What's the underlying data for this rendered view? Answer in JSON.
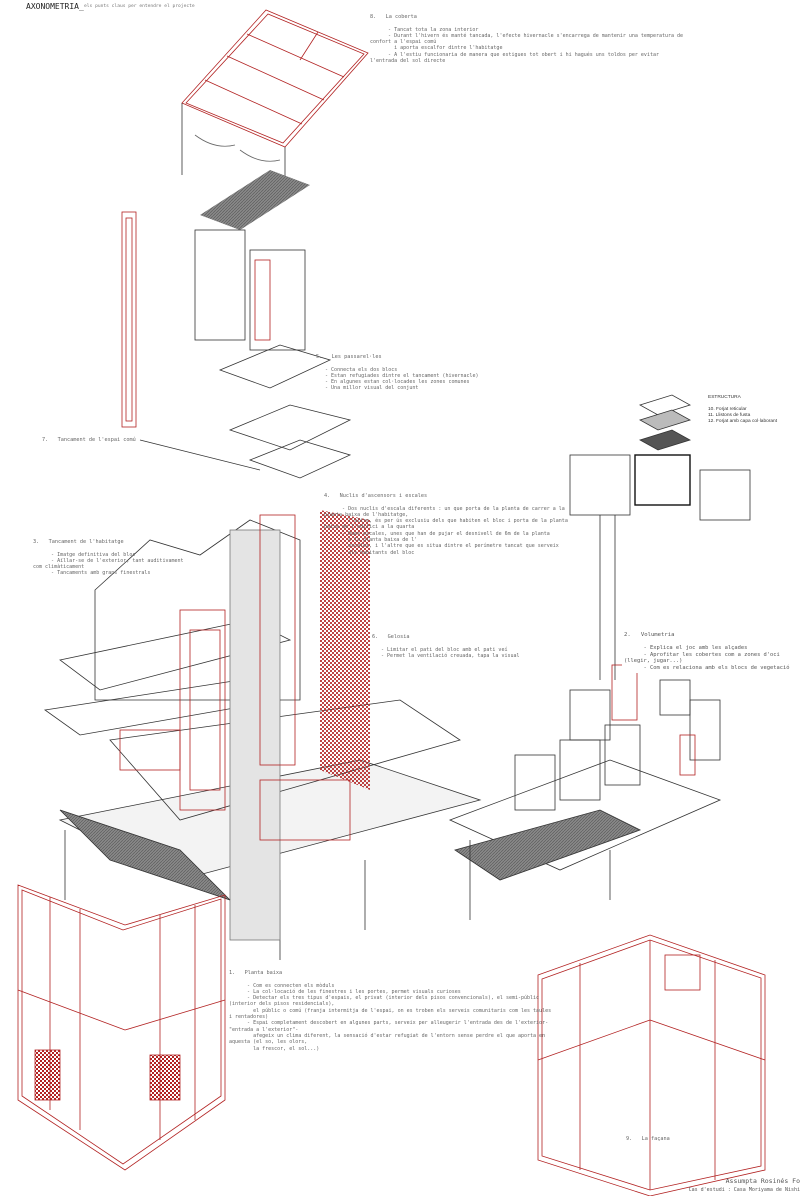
{
  "header": {
    "title": "AXONOMETRIA_",
    "subtitle": "els punts claus per entendre el projecte"
  },
  "notes": [
    {
      "id": "coberta",
      "heading": "8.   La coberta",
      "lines": [
        "      - Tancat tota la zona interior",
        "      - Durant l'hivern és manté tancada, l'efecte hivernacle s'encarrega de mantenir una temperatura de",
        "confort a l'espai comú",
        "        i aporta escalfor dintre l'habitatge",
        "      - A l'estiu funcionaria de manera que estigues tot obert i hi hagués uns toldos per evitar",
        "l'entrada del sol directe"
      ]
    },
    {
      "id": "passareles",
      "heading": "5.   Les passarel·les",
      "lines": [
        "   - Connecta els dos blocs",
        "   - Estan refugiades dintre el tancament (hivernacle)",
        "   - En algunes estan col·locades les zones comunes",
        "   - Una millor visual del conjunt"
      ]
    },
    {
      "id": "espai-comu",
      "heading": "7.   Tancament de l'espai comú",
      "lines": []
    },
    {
      "id": "nuclis",
      "heading": "4.   Nuclis d'ascensors i escales",
      "lines": [
        "      - Dos nuclis d'escala diferents : un que porta de la planta de carrer a la",
        "planta baixa de l'habitatge,",
        "        l'altre, és per ús exclusiu dels que habiten el bloc i porta de la planta",
        "baixa de l'edifici a la quarta",
        "      - Dues escales, unes que han de pujar el desnivell de 6m de la planta",
        "        a la planta baixa de l'",
        "        escales, i l'altre que es situa dintre el perímetre tancat que serveix",
        "        als habitants del bloc"
      ]
    },
    {
      "id": "habitatge",
      "heading": "3.   Tancament de l'habitatge",
      "lines": [
        "      - Imatge definitiva del bloc",
        "      - Aïllar-se de l'exterior, tant auditivament",
        "com climàticament",
        "      - Tancaments amb grans finestrals"
      ]
    },
    {
      "id": "gelosia",
      "heading": "6.   Gelosia",
      "lines": [
        "   - Limitar el pati del bloc amb el pati veí",
        "   - Permet la ventilació creuada, tapa la visual"
      ]
    },
    {
      "id": "volumetria",
      "heading": "2.   Volumetria",
      "lines": [
        "      - Explica el joc amb les alçades",
        "      - Aprofitar les cobertes com a zones d'oci",
        "(llegir, jugar...)",
        "      - Com es relaciona amb els blocs de vegetació"
      ]
    },
    {
      "id": "planta-baixa",
      "heading": "1.   Planta baixa",
      "lines": [
        "      - Com es connecten els mòduls",
        "      - La col·locació de les finestres i les portes, permet visuals curioses",
        "      - Detectar els tres tipus d'espais, el privat (interior dels pisos convencionals), el semi-públic",
        "(interior dels pisos residencials),",
        "        el públic o comú (franja intermitja de l'espai, on es troben els serveis comunitaris com les taules",
        "i rentadores)",
        "      - Espai completament descobert en algunes parts, serveix per alleugerir l'entrada des de l'exterior-",
        "\"entrada a l'exterior\"-",
        "        afegeix un clima diferent, la sensació d'estar refugiat de l'entorn sense perdre el que aporta en",
        "aquesta (el so, les olors,",
        "        la frescor, el sol...)"
      ]
    },
    {
      "id": "facana",
      "heading": "9.   La façana",
      "lines": []
    }
  ],
  "estructura": {
    "title": "ESTRUCTURA",
    "items": [
      "10.  Forjat reticular",
      "11.  Llistons de fusta",
      "12.  Forjat amb capa col·laborant"
    ]
  },
  "footer": {
    "author": "Assumpta Rosinés Fo",
    "case": "Cas d'estudi : Casa Moriyama de Nishi"
  },
  "colors": {
    "accent": "#b22222",
    "line": "#333333"
  }
}
